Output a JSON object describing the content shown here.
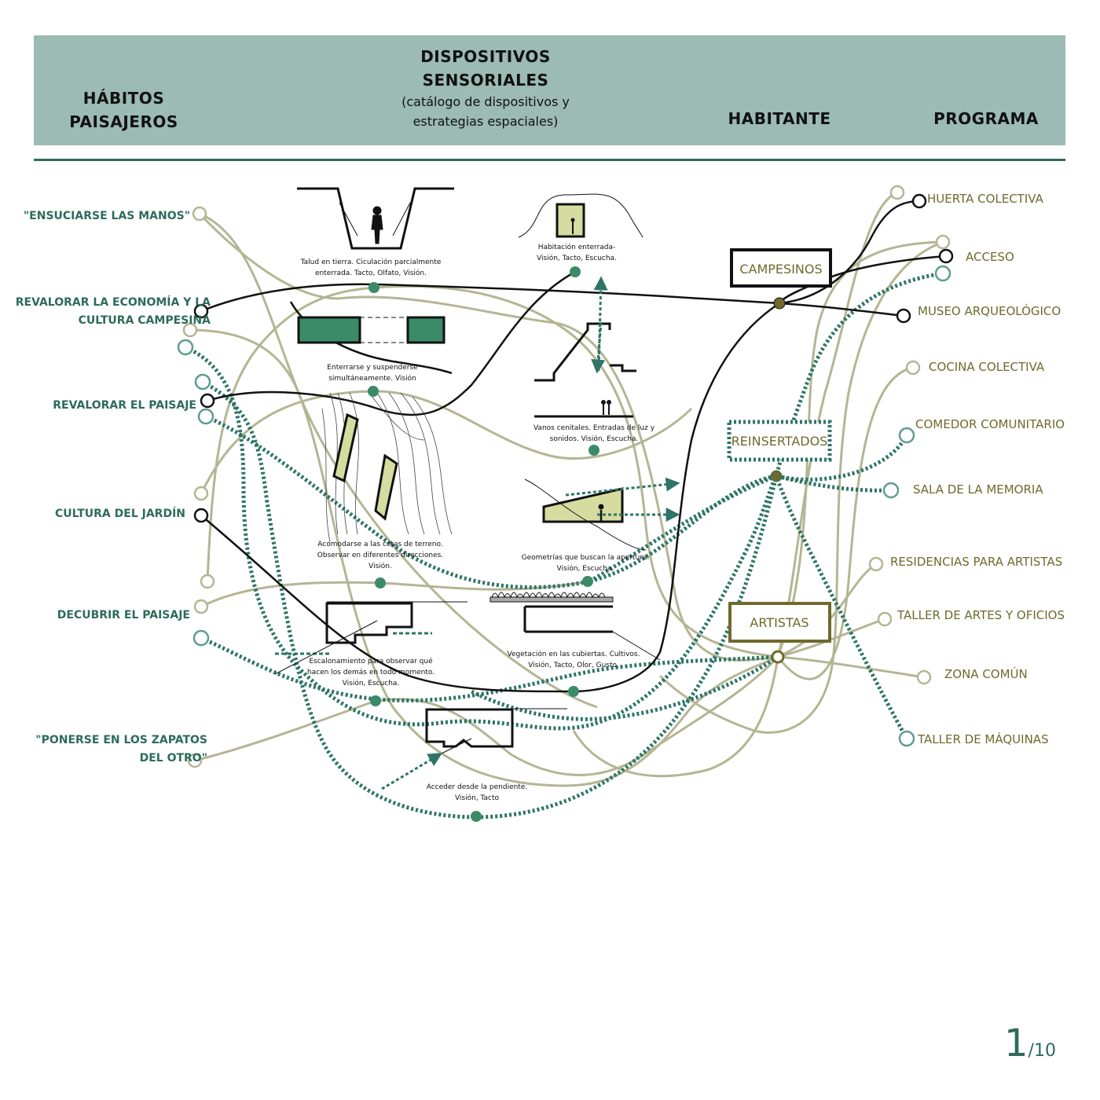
{
  "header": {
    "col_habitos": "HÁBITOS\nPAISAJEROS",
    "col_dispositivos_title": "DISPOSITIVOS\nSENSORIALES",
    "col_dispositivos_sub": "(catálogo de dispositivos y\nestrategias espaciales)",
    "col_habitante": "HABITANTE",
    "col_programa": "PROGRAMA"
  },
  "habits": [
    "\"ENSUCIARSE LAS MANOS\"",
    "REVALORAR LA ECONOMÍA  Y LA\nCULTURA CAMPESINA",
    "REVALORAR EL PAISAJE",
    "CULTURA DEL JARDÍN",
    "DECUBRIR EL PAISAJE",
    "\"PONERSE EN LOS ZAPATOS\nDEL OTRO\""
  ],
  "devices": [
    "Talud en tierra. Ciculación parcialmente\nenterrada. Tacto, Olfato, Visión.",
    "Enterrarse y suspenderse\nsimultáneamente. Visión",
    "Acomodarse a las cotas de terreno.\nObservar en diferentes direcciones.\nVisión.",
    "Escalonamiento para observar qué\nhacen los demás en todo momento.\nVisión, Escucha.",
    "Acceder desde la pendiente.\nVisión, Tacto",
    "Habitación enterrada-\nVisión, Tacto, Escucha.",
    "Vanos cenitales. Entradas de luz y\nsonidos. Visión, Escucha.",
    "Geometrías que buscan la apertura.\nVisión, Escucha.",
    "Vegetación en las cubiertas. Cultivos.\nVisión, Tacto, Olor, Gusto."
  ],
  "inhabitants": [
    "CAMPESINOS",
    "REINSERTADOS",
    "ARTISTAS"
  ],
  "programs": [
    "HUERTA COLECTIVA",
    "ACCESO",
    "MUSEO ARQUEOLÓGICO",
    "COCINA COLECTIVA",
    "COMEDOR COMUNITARIO",
    "SALA DE LA MEMORIA",
    "RESIDENCIAS PARA ARTISTAS",
    "TALLER DE ARTES Y OFICIOS",
    "ZONA COMÚN",
    "TALLER DE MÁQUINAS"
  ],
  "page": {
    "current": "1",
    "total": "/10"
  },
  "colors": {
    "header_band": "#9bbbb4",
    "dark_green": "#2d6b5c",
    "teal_dotted": "#2d7566",
    "khaki_line": "#b5b594",
    "olive_text": "#6f6a2c",
    "black_line": "#111111",
    "fill_light": "#d6dc9f",
    "fill_dark": "#3b8b68"
  }
}
